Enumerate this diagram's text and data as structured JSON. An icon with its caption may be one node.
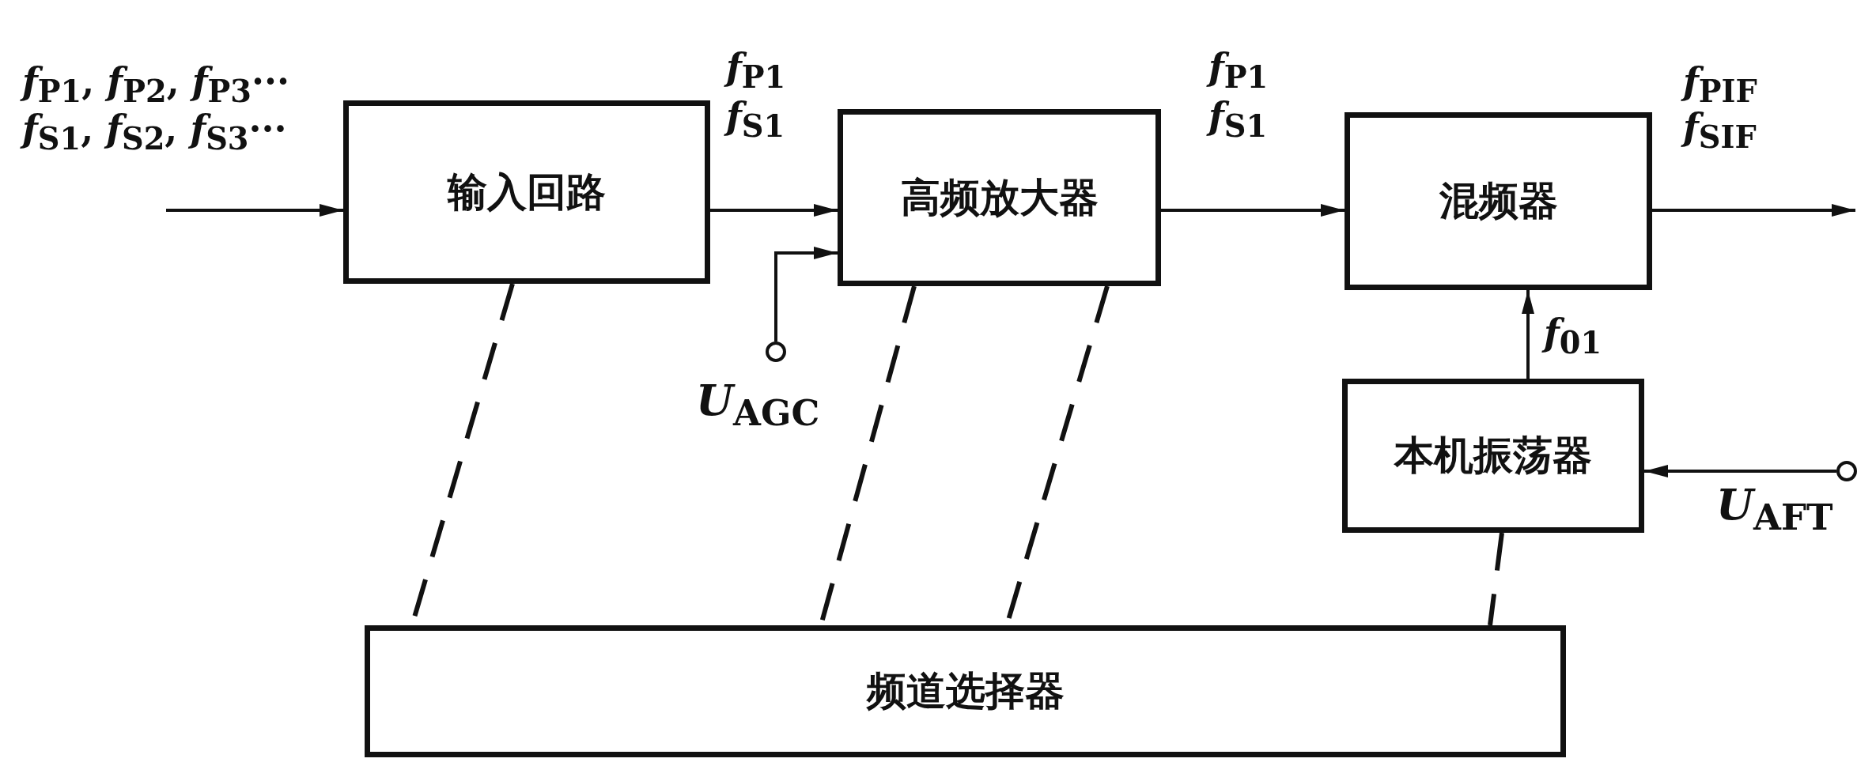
{
  "diagram": {
    "nodes": [
      {
        "text": [
          "输入回路"
        ]
      },
      {
        "text": [
          "高频放大器"
        ]
      },
      {
        "text": [
          "混频器"
        ]
      },
      {
        "text": [
          "本机振荡器"
        ]
      },
      {
        "text": [
          "频道选择器"
        ]
      },
      {
        "text": [],
        "shape": "circle",
        "beside": [
          "*U*$_{AGC}$"
        ]
      },
      {
        "text": [],
        "shape": "circle",
        "beside": [
          "*U*$_{AFT}$"
        ]
      }
    ],
    "edges": [
      {
        "from": null,
        "to": 0,
        "arrow": "to"
      },
      {
        "from": 0,
        "to": 1,
        "arrow": "to"
      },
      {
        "from": 1,
        "to": 2,
        "arrow": "to"
      },
      {
        "from": 2,
        "to": null,
        "arrow": "to"
      },
      {
        "from": 5,
        "to": 1,
        "arrow": "to"
      },
      {
        "from": 3,
        "to": 2,
        "arrow": "to",
        "label": "*f*$_{01}$"
      },
      {
        "from": 6,
        "to": 3,
        "arrow": "to"
      },
      {
        "from": 0,
        "to": 4,
        "arrow": "none",
        "style": "dashed"
      },
      {
        "from": 1,
        "to": 4,
        "arrow": "none",
        "style": "dashed"
      },
      {
        "from": 1,
        "to": 4,
        "arrow": "none",
        "style": "dashed"
      },
      {
        "from": 3,
        "to": 4,
        "arrow": "none",
        "style": "dashed"
      }
    ],
    "labels": [
      "*f*$_{P1}$, *f*$_{P2}$, *f*$_{P3}$···",
      "*f*$_{S1}$, *f*$_{S2}$, *f*$_{S3}$···",
      "*f*$_{P1}$",
      "*f*$_{S1}$",
      "*f*$_{P1}$",
      "*f*$_{S1}$",
      "*f*$_{PIF}$",
      "*f*$_{SIF}$"
    ]
  }
}
